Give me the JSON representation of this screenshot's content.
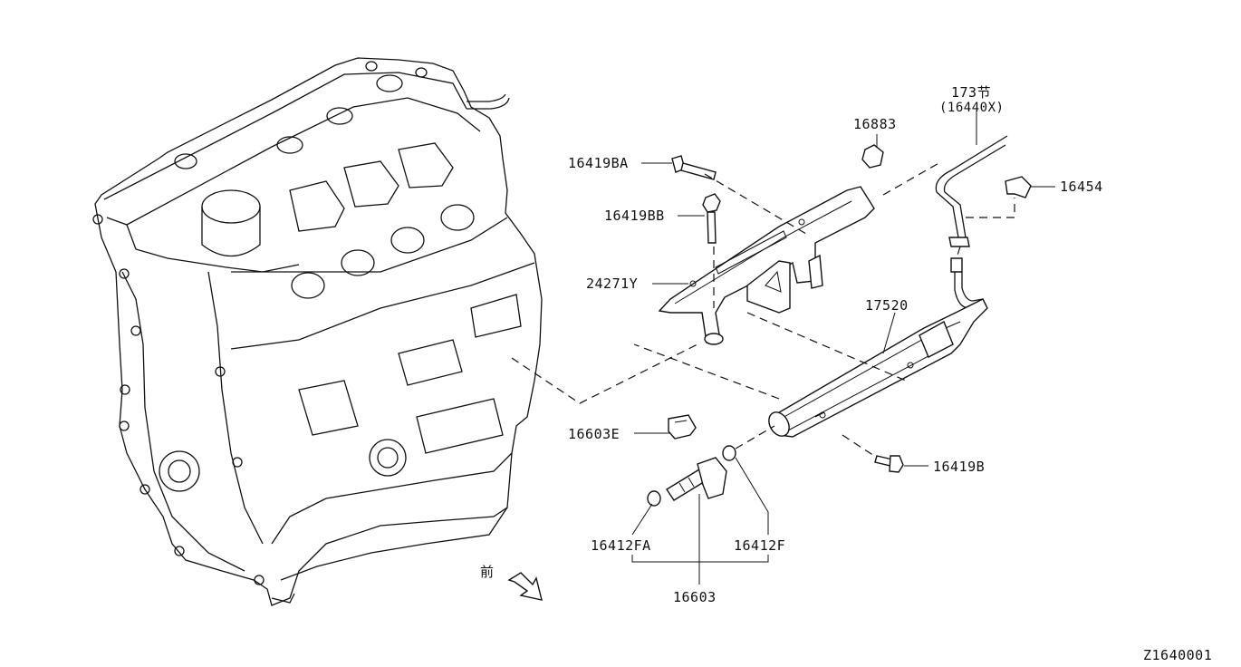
{
  "diagram": {
    "code": "Z1640001",
    "front_mark": "前",
    "labels": {
      "l_173": "173节",
      "l_16440x": "(16440X)",
      "l_16883": "16883",
      "l_16454": "16454",
      "l_16419ba": "16419BA",
      "l_16419bb": "16419BB",
      "l_24271y": "24271Y",
      "l_17520": "17520",
      "l_16603e": "16603E",
      "l_16419b": "16419B",
      "l_16412fa": "16412FA",
      "l_16412f": "16412F",
      "l_16603": "16603"
    }
  }
}
